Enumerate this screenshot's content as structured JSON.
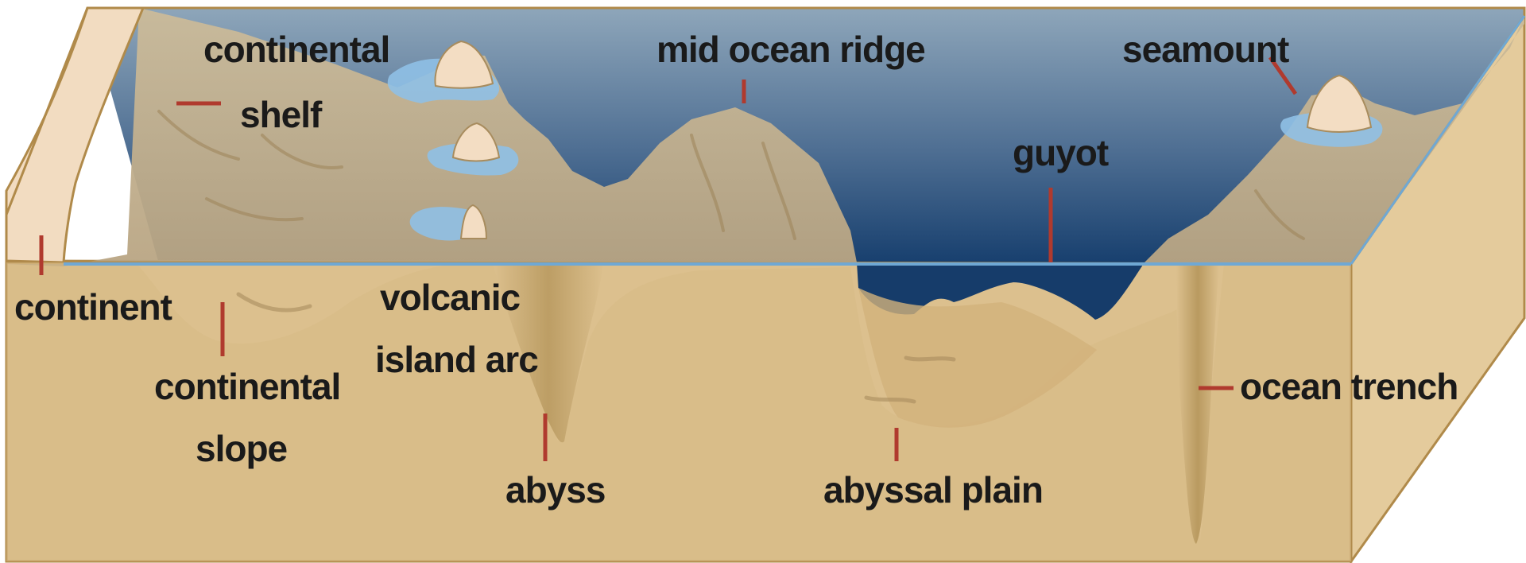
{
  "labels": {
    "continental_shelf_line1": "continental",
    "continental_shelf_line2": "shelf",
    "mid_ocean_ridge": "mid ocean ridge",
    "seamount": "seamount",
    "guyot": "guyot",
    "continent": "continent",
    "volcanic_line1": "volcanic",
    "volcanic_line2": "island arc",
    "continental_slope_line1": "continental",
    "continental_slope_line2": "slope",
    "ocean_trench": "ocean trench",
    "abyss": "abyss",
    "abyssal_plain": "abyssal plain"
  },
  "colors": {
    "sea_top": "#8ea6ba",
    "sea_deep": "#173f6e",
    "sediment": "#dcc08e",
    "sediment_dark": "#c7a66e",
    "terrain_above": "#c2b190",
    "land": "#f2dcc1",
    "island": "#f3ddc3",
    "surf": "#8fc0e6",
    "waterline": "#6fa8d4",
    "leader": "#b03a2e",
    "outline": "#b08a4a"
  }
}
